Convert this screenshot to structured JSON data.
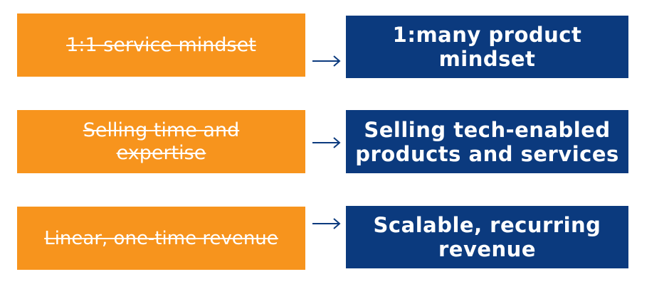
{
  "rows": [
    {
      "from": "1:1 service mindset",
      "to": "1:many product mindset"
    },
    {
      "from": "Selling time and expertise",
      "to": "Selling tech-enabled products and services"
    },
    {
      "from": "Linear, one-time revenue",
      "to": "Scalable, recurring revenue"
    }
  ],
  "colors": {
    "old_box": "#f7941d",
    "new_box": "#0b3a7e",
    "arrow": "#0b3a7e"
  },
  "icons": {
    "arrow": "right-arrow-icon"
  }
}
